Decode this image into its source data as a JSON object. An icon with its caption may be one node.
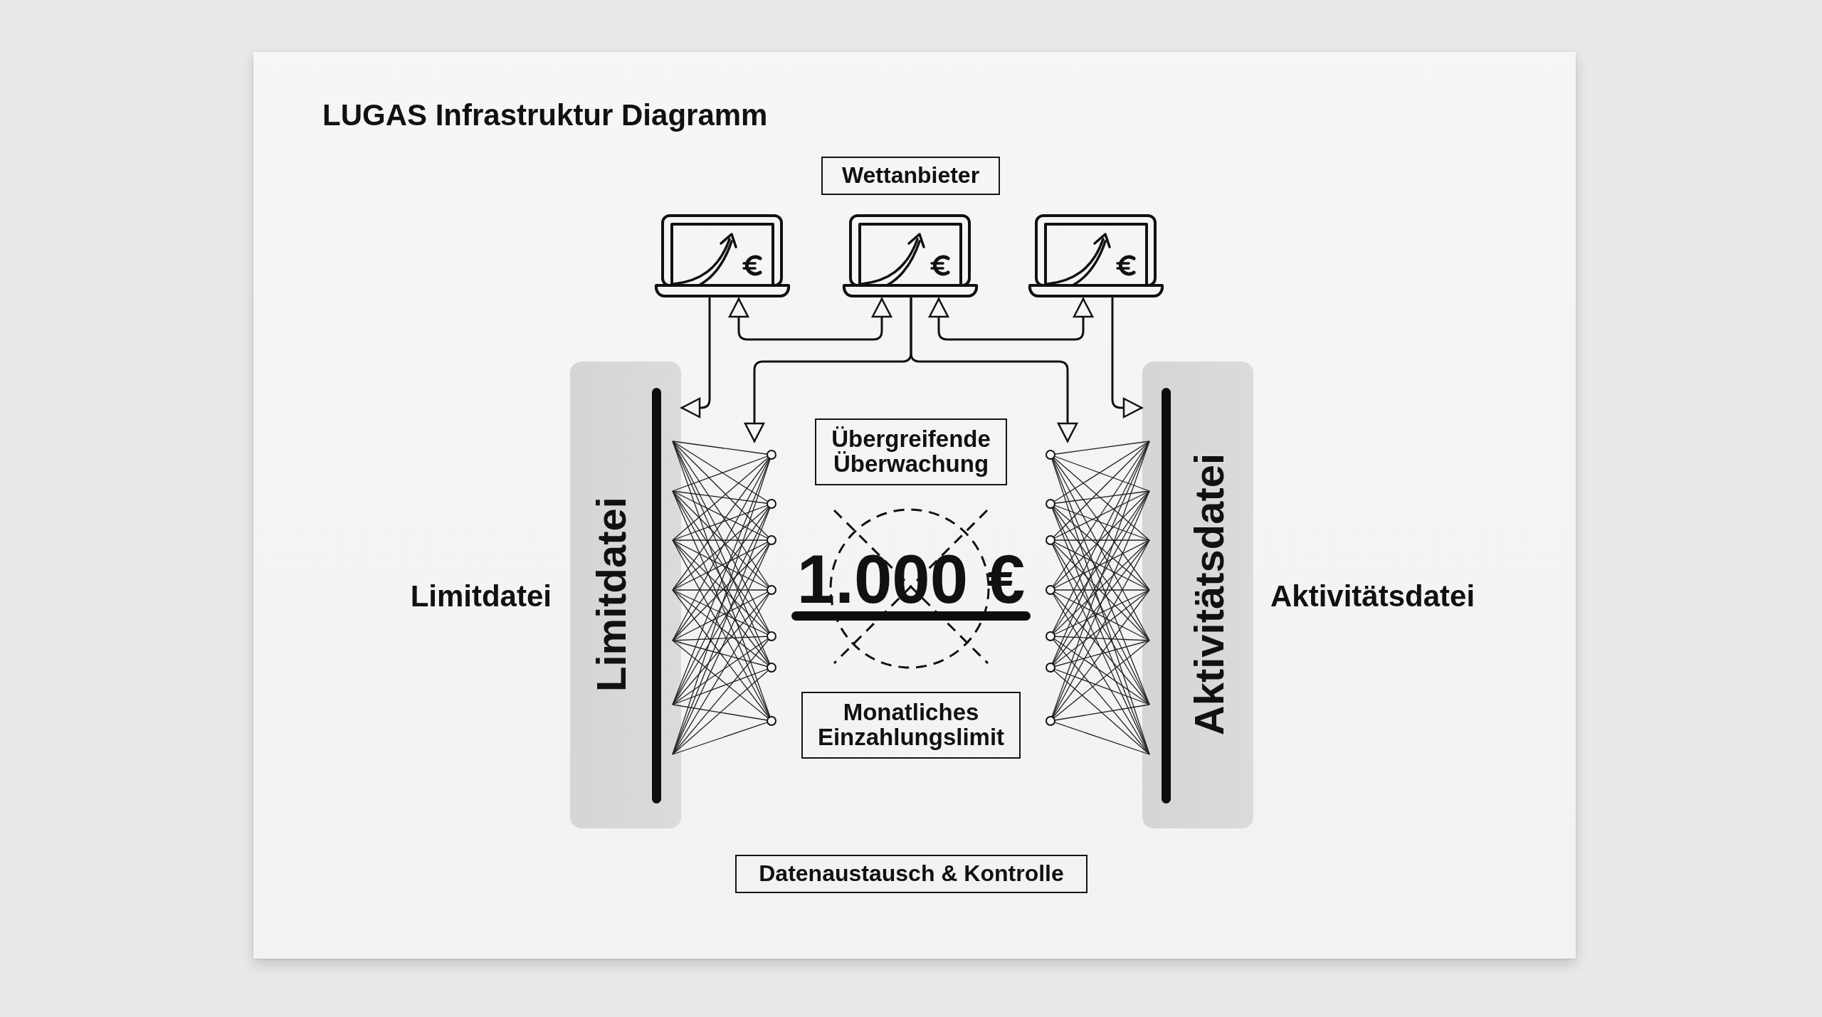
{
  "diagram": {
    "title": "LUGAS Infrastruktur Diagramm",
    "nodes": [
      {
        "text": [
          "Wettanbieter"
        ]
      },
      {
        "text": [],
        "shape": "picture"
      },
      {
        "text": [],
        "shape": "picture"
      },
      {
        "text": [],
        "shape": "picture"
      },
      {
        "text": [
          "Limitdatei"
        ],
        "beside": [
          "Limitdatei"
        ]
      },
      {
        "text": [],
        "shape": "picture"
      },
      {
        "text": [
          "Übergreifende Überwachung"
        ]
      },
      {
        "text": [
          "1.000 €"
        ]
      },
      {
        "text": [
          "Monatliches Einzahlungslimit"
        ]
      },
      {
        "text": [],
        "shape": "picture"
      },
      {
        "text": [
          "Aktivitätsdatei"
        ],
        "beside": [
          "Aktivitätsdatei"
        ]
      },
      {
        "text": [
          "Datenaustausch & Kontrolle"
        ]
      }
    ],
    "edges": [
      {
        "from": 1,
        "to": 4,
        "arrow": "to"
      },
      {
        "from": 1,
        "to": 2,
        "arrow": "both"
      },
      {
        "from": 2,
        "to": 5,
        "arrow": "to"
      },
      {
        "from": 2,
        "to": 9,
        "arrow": "to"
      },
      {
        "from": 2,
        "to": 3,
        "arrow": "both"
      },
      {
        "from": 3,
        "to": 10,
        "arrow": "to"
      }
    ]
  }
}
